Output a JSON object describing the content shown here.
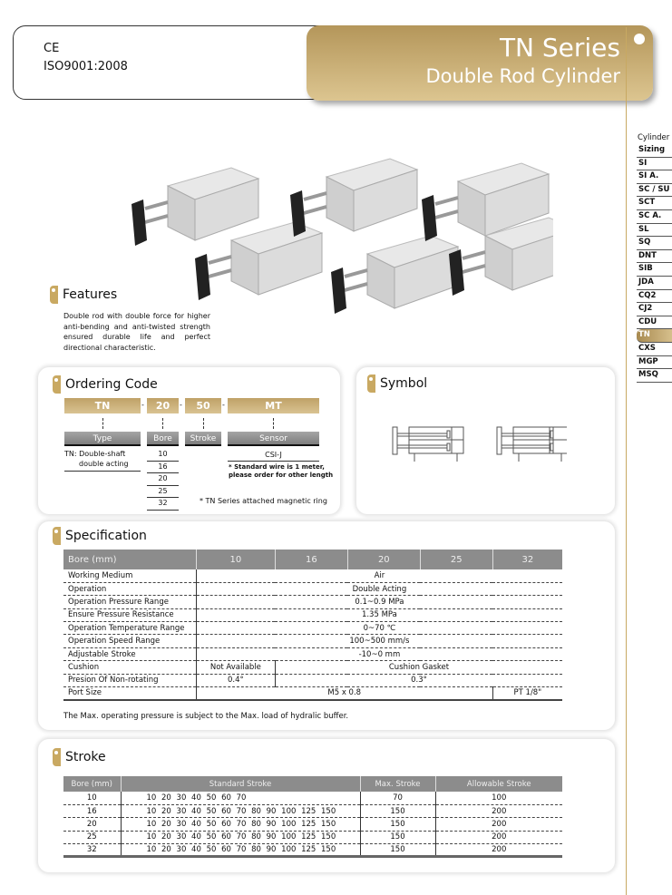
{
  "header": {
    "cert_mark": "CE",
    "iso": "ISO9001:2008",
    "series": "TN Series",
    "subtitle": "Double Rod Cylinder"
  },
  "nav": {
    "title": "Cylinder",
    "items": [
      "Sizing",
      "SI",
      "SI A.",
      "SC / SU",
      "SCT",
      "SC A.",
      "SL",
      "SQ",
      "DNT",
      "SIB",
      "JDA",
      "CQ2",
      "CJ2",
      "CDU",
      "TN",
      "CXS",
      "MGP",
      "MSQ"
    ],
    "active": "TN"
  },
  "features": {
    "heading": "Features",
    "text": "Double rod with double force for higher anti-bending and anti-twisted strength ensured durable life and perfect directional characteristic."
  },
  "ordering": {
    "heading": "Ordering Code",
    "codes": [
      "TN",
      "20",
      "50",
      "MT"
    ],
    "sep": "-",
    "labels": [
      "Type",
      "Bore",
      "Stroke",
      "Sensor"
    ],
    "type_desc": [
      "TN: Double-shaft",
      "double acting"
    ],
    "bores": [
      "10",
      "16",
      "20",
      "25",
      "32"
    ],
    "sensor": "CSI-J",
    "sensor_note": [
      "* Standard wire is 1 meter,",
      "please order for other length"
    ],
    "footnote": "* TN Series attached magnetic ring"
  },
  "symbol": {
    "heading": "Symbol"
  },
  "specification": {
    "heading": "Specification",
    "header": [
      "Bore (mm)",
      "10",
      "16",
      "20",
      "25",
      "32"
    ],
    "rows": [
      {
        "label": "Working Medium",
        "cells": [
          "Air"
        ]
      },
      {
        "label": "Operation",
        "cells": [
          "Double Acting"
        ]
      },
      {
        "label": "Operation Pressure Range",
        "cells": [
          "0.1~0.9 MPa"
        ]
      },
      {
        "label": "Ensure Pressure Resistance",
        "cells": [
          "1.35 MPa"
        ]
      },
      {
        "label": "Operation Temperature Range",
        "cells": [
          "0~70 ℃"
        ]
      },
      {
        "label": "Operation Speed Range",
        "cells": [
          "100~500 mm/s"
        ]
      },
      {
        "label": "Adjustable Stroke",
        "cells": [
          "-10~0 mm"
        ]
      },
      {
        "label": "Cushion",
        "cells": [
          "Not Available",
          "Cushion Gasket"
        ]
      },
      {
        "label": "Presion Of Non-rotating",
        "cells": [
          "0.4°",
          "0.3°"
        ]
      },
      {
        "label": "Port Size",
        "cells": [
          "M5 x 0.8",
          "PT 1/8\""
        ]
      }
    ],
    "note": "The Max. operating pressure is subject to the Max. load of hydralic buffer."
  },
  "stroke": {
    "heading": "Stroke",
    "header": [
      "Bore (mm)",
      "Standard Stroke",
      "Max. Stroke",
      "Allowable Stroke"
    ],
    "rows": [
      [
        "10",
        "10  20  30  40  50  60  70",
        "70",
        "100"
      ],
      [
        "16",
        "10  20  30  40  50  60  70  80  90  100  125  150",
        "150",
        "200"
      ],
      [
        "20",
        "10  20  30  40  50  60  70  80  90  100  125  150",
        "150",
        "200"
      ],
      [
        "25",
        "10  20  30  40  50  60  70  80  90  100  125  150",
        "150",
        "200"
      ],
      [
        "32",
        "10  20  30  40  50  60  70  80  90  100  125  150",
        "150",
        "200"
      ]
    ]
  },
  "colors": {
    "gold": "#c9a962",
    "gray_header": "#8c8c8c"
  }
}
